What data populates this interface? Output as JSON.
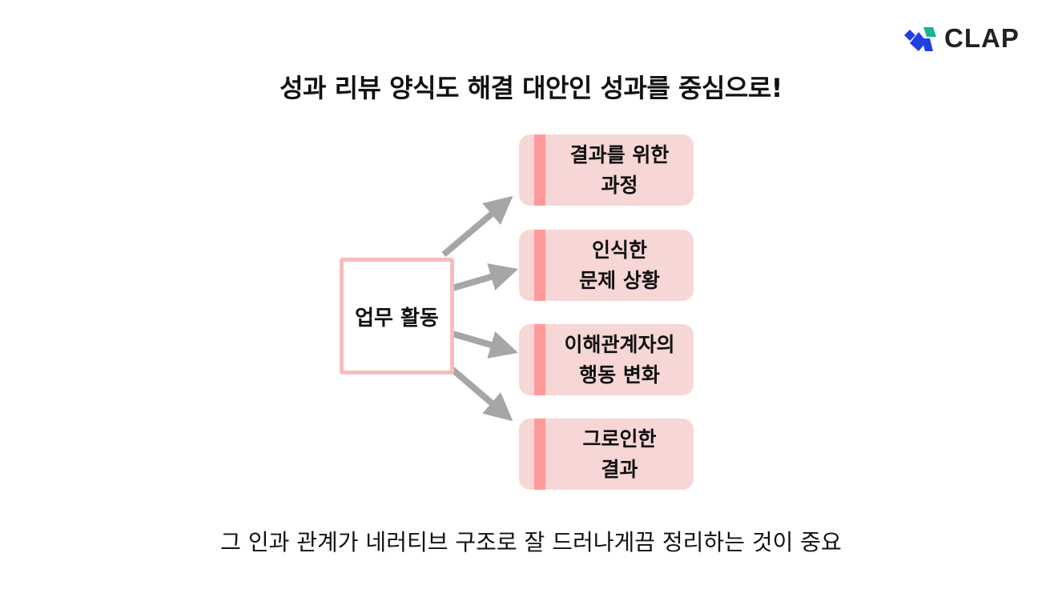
{
  "logo": {
    "text": "CLAP"
  },
  "title": "성과 리뷰 양식도 해결 대안인 성과를 중심으로!",
  "diagram": {
    "source": "업무 활동",
    "targets": [
      "결과를 위한\n과정",
      "인식한\n문제 상황",
      "이해관계자의\n행동 변화",
      "그로인한\n결과"
    ]
  },
  "footer": "그 인과 관계가 네러티브 구조로 잘 드러나게끔 정리하는 것이 중요",
  "colors": {
    "box_border": "#f7bcbc",
    "card_bg": "#f7d6d6",
    "card_bar": "#ff9a9a",
    "arrow": "#a6a6a6",
    "logo_blue": "#1f3fe0",
    "logo_teal": "#16b39a"
  }
}
